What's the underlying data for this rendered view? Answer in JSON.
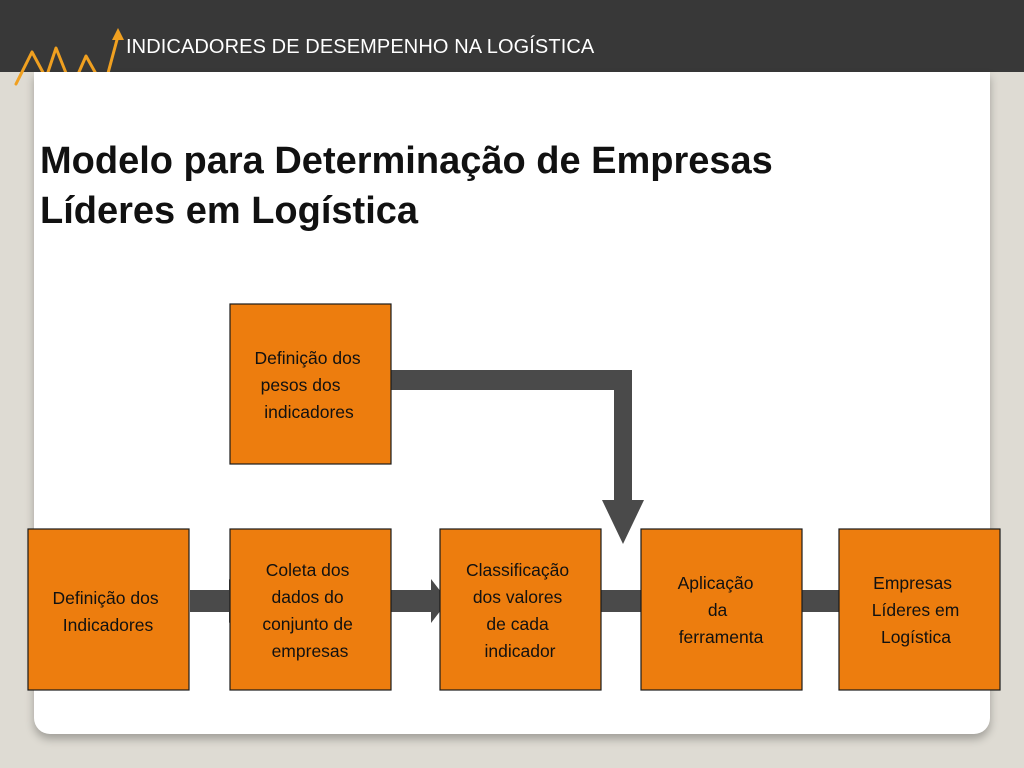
{
  "header": {
    "title": "INDICADORES DE DESEMPENHO NA LOGÍSTICA",
    "colors": {
      "bar": "#383838",
      "logo": "#f0a020"
    },
    "logo_icon": "zigzag-arrow-logo"
  },
  "slide": {
    "title_line1": "Modelo para Determinação de Empresas",
    "title_line2": "Líderes em Logística"
  },
  "diagram": {
    "colors": {
      "box_fill": "#ed7d0e",
      "box_border": "#1a1a1a",
      "arrow": "#4a4a4a"
    },
    "top_box": {
      "lines": [
        "Definição dos",
        "pesos dos",
        "indicadores"
      ]
    },
    "steps": [
      {
        "lines": [
          "Definição dos",
          "Indicadores"
        ]
      },
      {
        "lines": [
          "Coleta dos",
          "dados do",
          "conjunto de",
          "empresas"
        ]
      },
      {
        "lines": [
          "Classificação",
          "dos valores",
          "de cada",
          "indicador"
        ]
      },
      {
        "lines": [
          "Aplicação",
          "da",
          "ferramenta"
        ]
      },
      {
        "lines": [
          "Empresas",
          "Líderes em",
          "Logística"
        ]
      }
    ]
  }
}
